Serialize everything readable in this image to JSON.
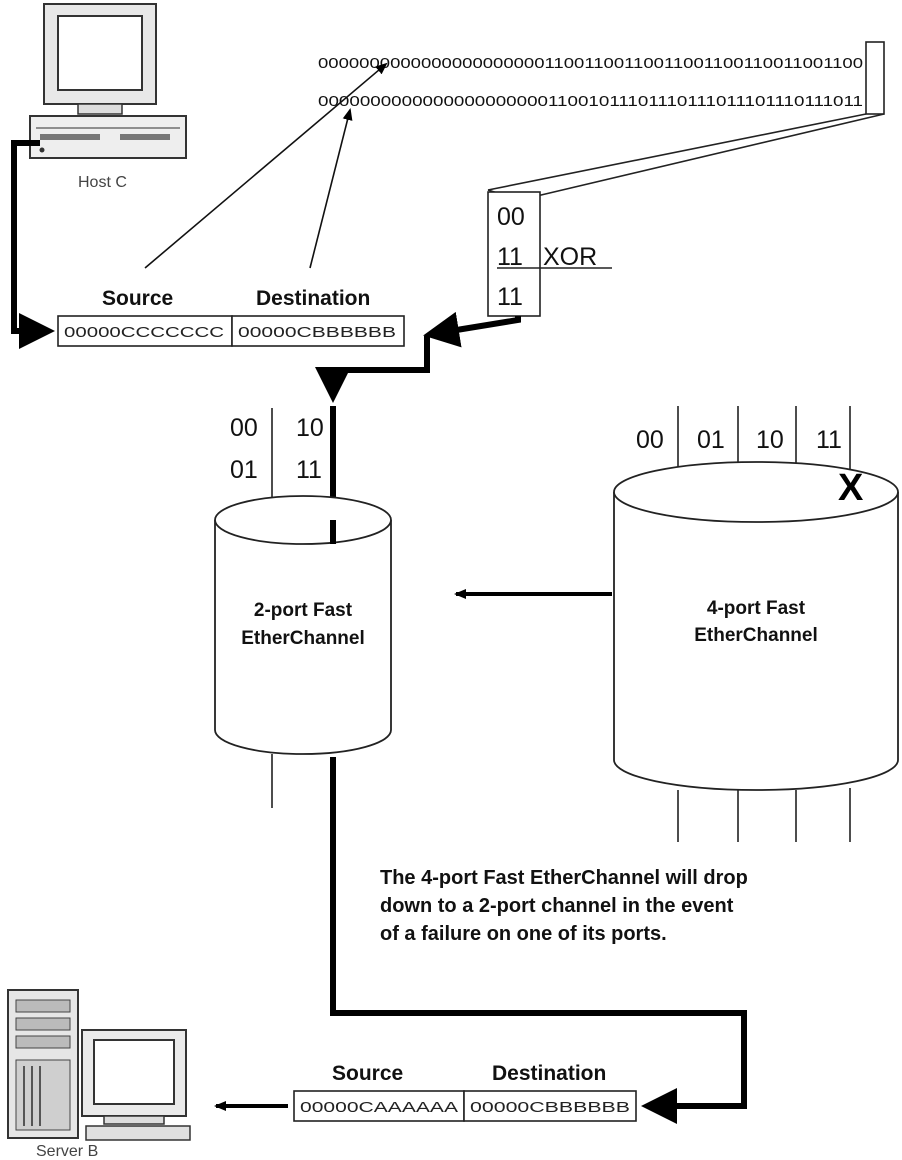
{
  "top_bits": {
    "source_bits": "000000000000000000000011001100110011001100110011001100",
    "destination_bits": "000000000000000000000011001011101110111011101110111011"
  },
  "xor_box": {
    "row1": "00",
    "row2": "11",
    "row3": "11",
    "label": "XOR"
  },
  "host_c": {
    "label": "Host C"
  },
  "server_b": {
    "label": "Server B"
  },
  "top_frame": {
    "source_header": "Source",
    "destination_header": "Destination",
    "source_value": "00000CCCCCCC",
    "destination_value": "00000CBBBBBB"
  },
  "bottom_frame": {
    "source_header": "Source",
    "destination_header": "Destination",
    "source_value": "00000CAAAAAA",
    "destination_value": "00000CBBBBBB"
  },
  "two_port_channel": {
    "port_labels": [
      "00",
      "10",
      "01",
      "11"
    ],
    "label_line1": "2-port Fast",
    "label_line2": "EtherChannel"
  },
  "four_port_channel": {
    "port_labels": [
      "00",
      "01",
      "10",
      "11"
    ],
    "failure_mark": "X",
    "label_line1": "4-port Fast",
    "label_line2": "EtherChannel"
  },
  "caption": {
    "line1": "The 4-port Fast EtherChannel will drop",
    "line2": "down to a 2-port channel in the event",
    "line3": "of a failure on one of its ports."
  }
}
